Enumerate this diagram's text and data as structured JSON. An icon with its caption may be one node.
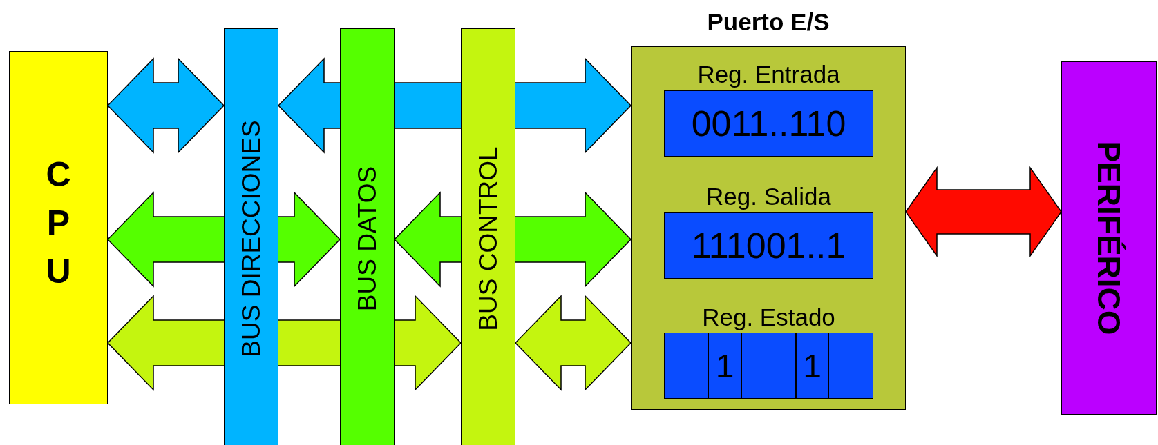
{
  "diagram": {
    "nodes": [
      {
        "text": [
          "CPU"
        ]
      },
      {
        "text": [
          "BUS DIRECCIONES"
        ]
      },
      {
        "text": [
          "BUS DATOS"
        ]
      },
      {
        "text": [
          "BUS CONTROL"
        ]
      },
      {
        "text": [
          "Puerto E/S"
        ]
      },
      {
        "text": [
          "Reg. Entrada",
          "0011..110"
        ],
        "in": 4
      },
      {
        "text": [
          "Reg. Salida",
          "111001..1"
        ],
        "in": 4
      },
      {
        "text": [
          "Reg. Estado"
        ],
        "in": 4
      },
      {
        "text": [],
        "shape": "box",
        "in": 7
      },
      {
        "text": [
          "1"
        ],
        "in": 7
      },
      {
        "text": [],
        "shape": "box",
        "in": 7
      },
      {
        "text": [
          "1"
        ],
        "in": 7
      },
      {
        "text": [],
        "shape": "box",
        "in": 7
      },
      {
        "text": [
          "PERIFÉRICO"
        ]
      }
    ],
    "edges": [
      {
        "from": 0,
        "to": 1,
        "arrow": "both",
        "color": "#00b4ff"
      },
      {
        "from": 1,
        "to": 4,
        "arrow": "both",
        "color": "#00b4ff"
      },
      {
        "from": 0,
        "to": 2,
        "arrow": "both",
        "color": "#55ff00"
      },
      {
        "from": 2,
        "to": 4,
        "arrow": "both",
        "color": "#55ff00"
      },
      {
        "from": 0,
        "to": 3,
        "arrow": "both",
        "color": "#c4f50f"
      },
      {
        "from": 3,
        "to": 4,
        "arrow": "both",
        "color": "#c4f50f"
      },
      {
        "from": 4,
        "to": 13,
        "arrow": "both",
        "color": "#ff0a00"
      }
    ]
  }
}
